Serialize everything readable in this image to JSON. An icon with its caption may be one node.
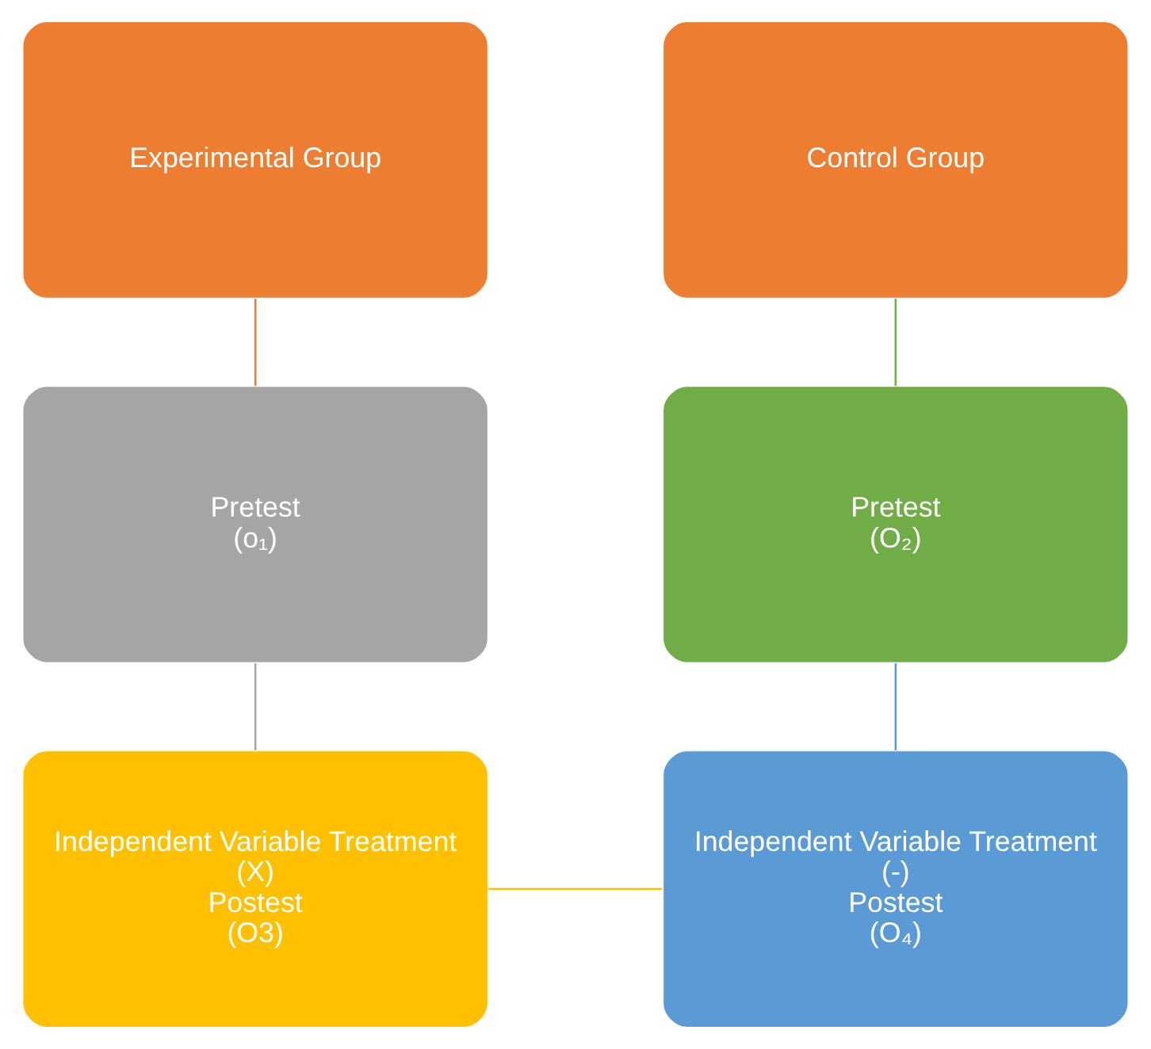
{
  "diagram": {
    "nodes": [
      {
        "text": [
          "Experimental Group"
        ]
      },
      {
        "text": [
          "Control Group"
        ]
      },
      {
        "text": [
          "Pretest",
          "(o₁)"
        ]
      },
      {
        "text": [
          "Pretest",
          "(O₂)"
        ]
      },
      {
        "text": [
          "Independent Variable Treatment",
          "(X)",
          "Postest",
          "(O3)"
        ]
      },
      {
        "text": [
          "Independent Variable Treatment",
          "(-)",
          "Postest",
          "(O₄)"
        ]
      }
    ],
    "edges": [
      {
        "from": 0,
        "to": 2,
        "arrow": "none",
        "color": "#ed7d31"
      },
      {
        "from": 1,
        "to": 3,
        "arrow": "none",
        "color": "#70ad47"
      },
      {
        "from": 2,
        "to": 4,
        "arrow": "none",
        "color": "#a5a5a5"
      },
      {
        "from": 3,
        "to": 5,
        "arrow": "none",
        "color": "#5b9bd5"
      },
      {
        "from": 4,
        "to": 5,
        "arrow": "none",
        "color": "#ffc000"
      }
    ]
  }
}
